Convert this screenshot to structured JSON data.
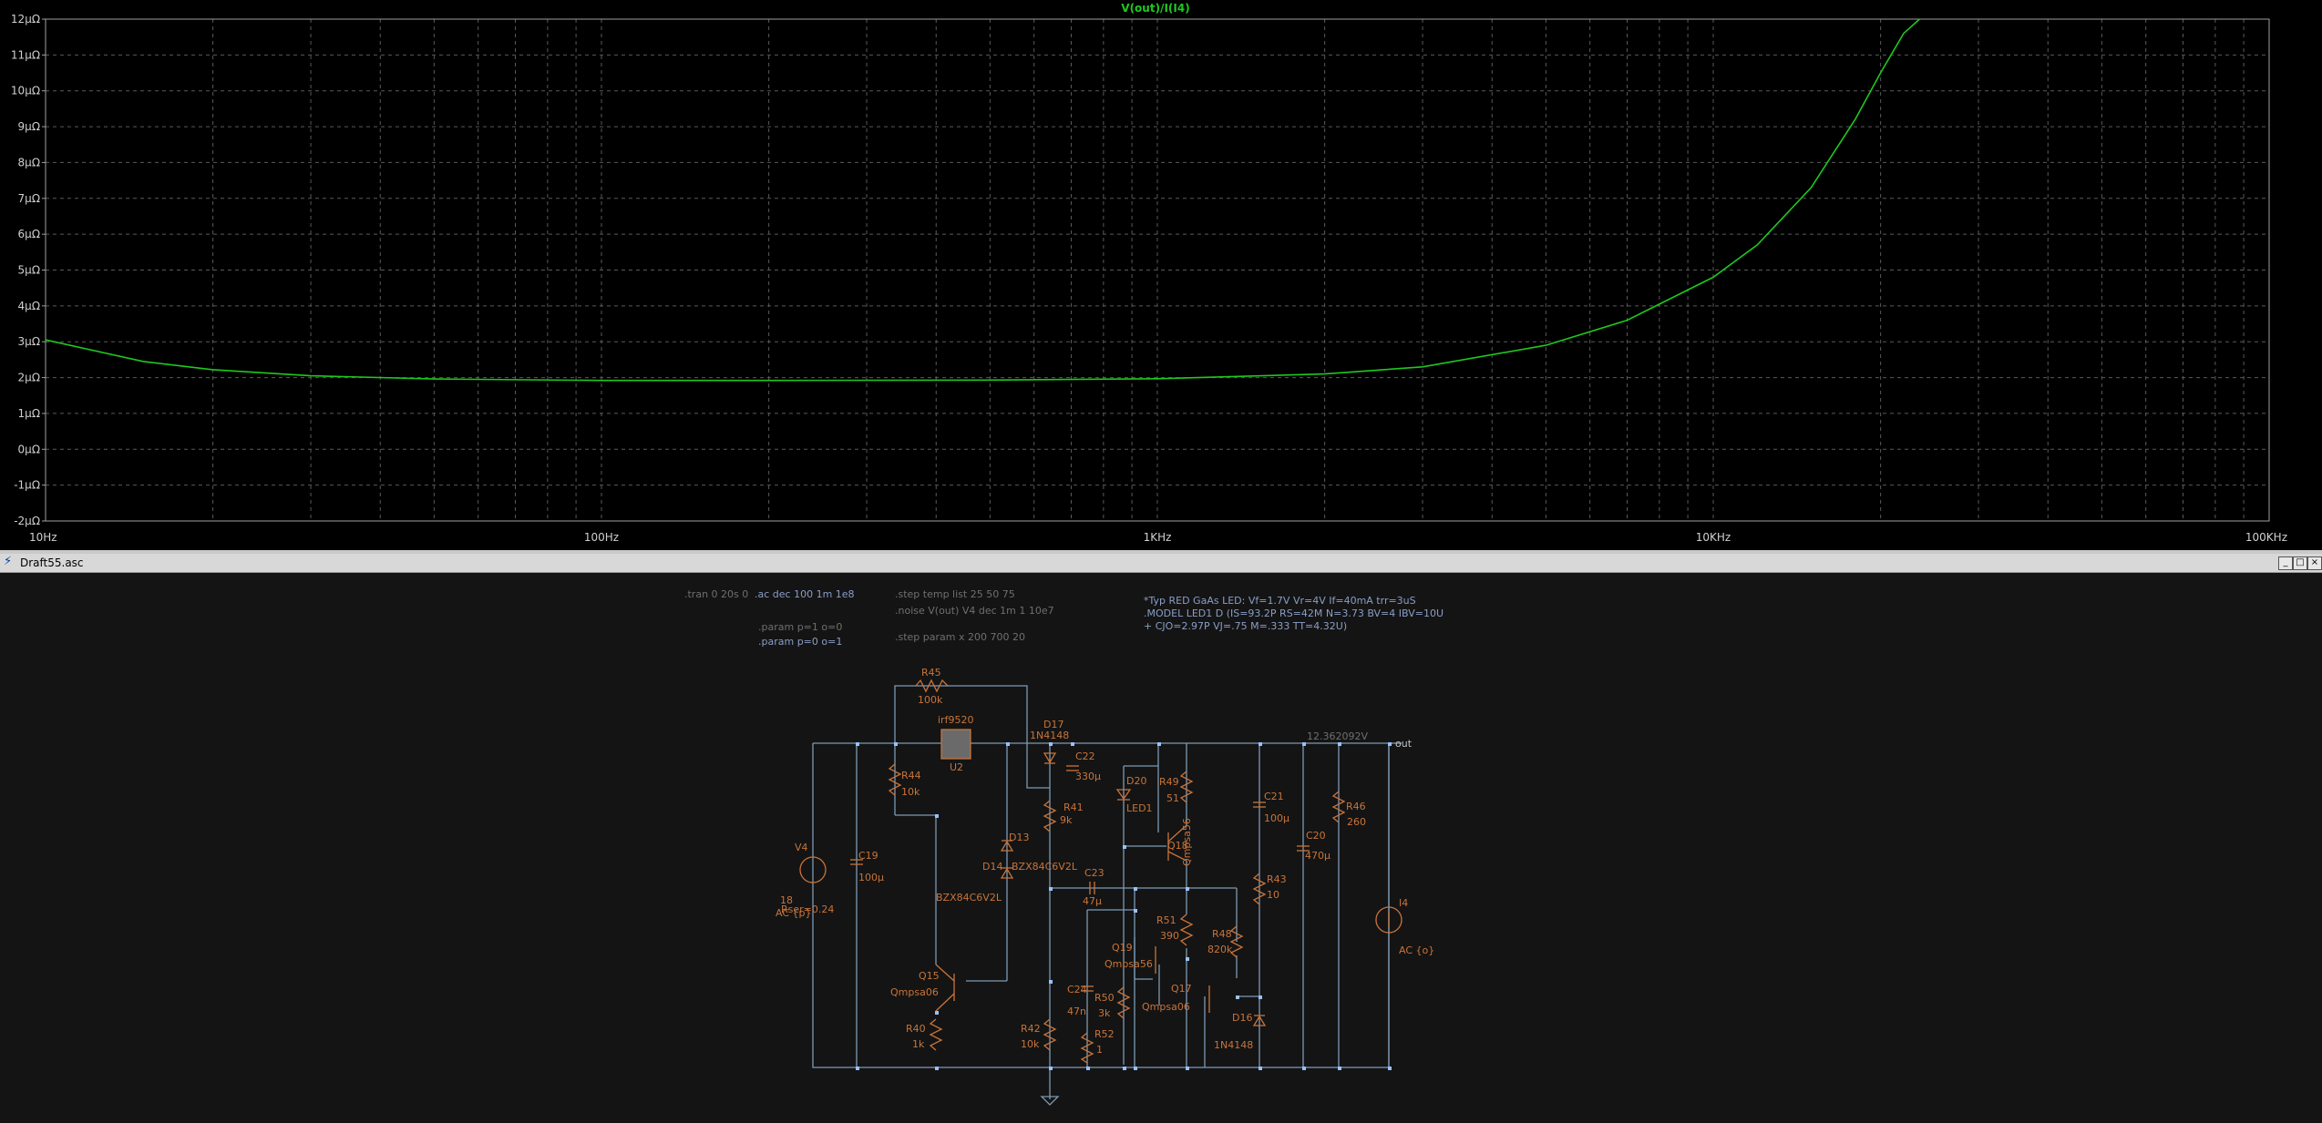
{
  "plot": {
    "trace_label": "V(out)/I(I4)",
    "colors": {
      "background": "#000000",
      "grid": "#5a5a5a",
      "trace": "#1ec81e",
      "axis_text": "#d0d0d0",
      "frame": "#a0a0a0"
    }
  },
  "chart_data": {
    "type": "line",
    "title": "V(out)/I(I4)",
    "xscale": "log",
    "xlim": [
      10,
      100000
    ],
    "ylim": [
      -2,
      12
    ],
    "y_unit": "µΩ",
    "x_ticks": [
      "10Hz",
      "100Hz",
      "1KHz",
      "10KHz",
      "100KHz"
    ],
    "y_ticks": [
      "12µΩ",
      "11µΩ",
      "10µΩ",
      "9µΩ",
      "8µΩ",
      "7µΩ",
      "6µΩ",
      "5µΩ",
      "4µΩ",
      "3µΩ",
      "2µΩ",
      "1µΩ",
      "0µΩ",
      "-1µΩ",
      "-2µΩ"
    ],
    "grid": true,
    "series": [
      {
        "name": "V(out)/I(I4)",
        "color": "#1ec81e",
        "x": [
          10,
          15,
          20,
          30,
          50,
          100,
          200,
          500,
          1000,
          2000,
          3000,
          5000,
          7000,
          10000,
          12000,
          15000,
          18000,
          20000,
          22000,
          23500
        ],
        "y": [
          3.05,
          2.45,
          2.22,
          2.05,
          1.96,
          1.92,
          1.92,
          1.93,
          1.97,
          2.1,
          2.3,
          2.9,
          3.6,
          4.8,
          5.7,
          7.3,
          9.2,
          10.5,
          11.6,
          12.0
        ]
      }
    ]
  },
  "window": {
    "title": "Draft55.asc",
    "app_icon": "ltspice-icon",
    "buttons": [
      "_",
      "□",
      "×"
    ]
  },
  "schematic": {
    "directives": [
      {
        "text": ".tran 0 20s 0",
        "active": false
      },
      {
        "text": ".ac dec 100 1m 1e8",
        "active": true
      },
      {
        "text": ".step temp list 25 50 75",
        "active": false
      },
      {
        "text": ".noise V(out) V4 dec 1m 1 10e7",
        "active": false
      },
      {
        "text": ".param p=1 o=0",
        "active": false
      },
      {
        "text": ".param p=0 o=1",
        "active": true
      },
      {
        "text": ".step param x 200 700 20",
        "active": false
      },
      {
        "text": "*Typ RED GaAs LED: Vf=1.7V Vr=4V If=40mA trr=3uS",
        "active": true
      },
      {
        "text": ".MODEL LED1 D (IS=93.2P RS=42M N=3.73 BV=4 IBV=10U",
        "active": true
      },
      {
        "text": "+ CJO=2.97P VJ=.75 M=.333 TT=4.32U)",
        "active": true
      }
    ],
    "components": [
      {
        "ref": "R45",
        "value": "100k"
      },
      {
        "ref": "U2",
        "value": "irf9520"
      },
      {
        "ref": "D17",
        "value": "1N4148"
      },
      {
        "ref": "C22",
        "value": "330µ"
      },
      {
        "ref": "R44",
        "value": "10k"
      },
      {
        "ref": "R41",
        "value": "9k"
      },
      {
        "ref": "D20",
        "value": "LED1"
      },
      {
        "ref": "R49",
        "value": "51"
      },
      {
        "ref": "Q18",
        "value": "Qmpsa56"
      },
      {
        "ref": "C21",
        "value": "100µ"
      },
      {
        "ref": "R46",
        "value": "260"
      },
      {
        "ref": "V4",
        "value": "18"
      },
      {
        "ref": "C19",
        "value": "100µ"
      },
      {
        "ref": "D13",
        "value": "BZX84C6V2L"
      },
      {
        "ref": "D14",
        "value": "BZX84C6V2L"
      },
      {
        "ref": "C23",
        "value": "47µ"
      },
      {
        "ref": "C20",
        "value": "470µ"
      },
      {
        "ref": "R43",
        "value": "10"
      },
      {
        "ref": "I4",
        "value": "AC {o}"
      },
      {
        "ref": "R51",
        "value": "390"
      },
      {
        "ref": "R48",
        "value": "820k"
      },
      {
        "ref": "Q19",
        "value": "Qmpsa56"
      },
      {
        "ref": "Q15",
        "value": "Qmpsa06"
      },
      {
        "ref": "C24",
        "value": "47n"
      },
      {
        "ref": "R50",
        "value": "3k"
      },
      {
        "ref": "Q17",
        "value": "Qmpsa06"
      },
      {
        "ref": "R40",
        "value": "1k"
      },
      {
        "ref": "R42",
        "value": "10k"
      },
      {
        "ref": "R52",
        "value": "1"
      },
      {
        "ref": "D16",
        "value": "1N4148"
      }
    ],
    "v4_extra": "AC {p}",
    "v4_rser": "Rser=0.24",
    "node_voltage": "12.362092V",
    "net_out": "out",
    "colors": {
      "wire": "#7c9ab4",
      "component": "#c8743a",
      "label": "#c8743a",
      "directive": "#8a9ec8",
      "comment": "#6f6f6f",
      "junction": "#9ac0ff"
    }
  }
}
